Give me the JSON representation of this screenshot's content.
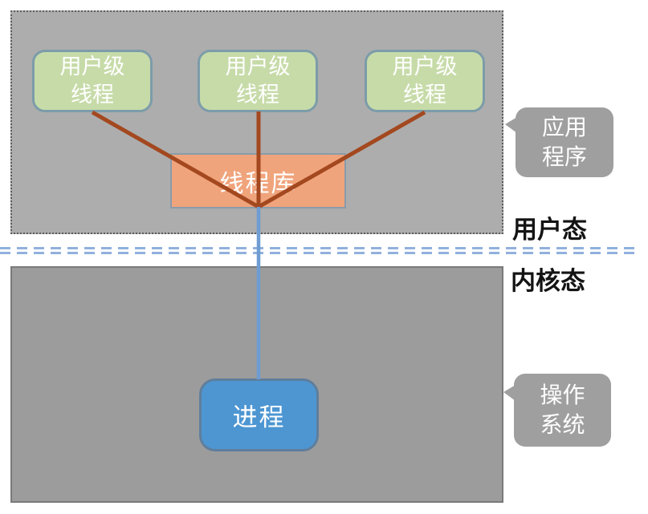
{
  "diagram": {
    "title_context": "user-level threads diagram",
    "user_space": {
      "threads": [
        "用户级\n线程",
        "用户级\n线程",
        "用户级\n线程"
      ],
      "thread_library": "线程库"
    },
    "kernel_space": {
      "process": "进程"
    },
    "labels": {
      "user_mode": "用户态",
      "kernel_mode": "内核态"
    },
    "callouts": {
      "application": "应用\n程序",
      "os": "操作\n系统"
    },
    "colors": {
      "user_space_fill": "#ADADAD",
      "kernel_space_fill": "#9C9C9C",
      "thread_box_fill": "#C7DBA9",
      "thread_box_border": "#7C9CA9",
      "thread_library_fill": "#F0A47C",
      "process_fill": "#4D96D2",
      "connector_brown": "#A3481F",
      "connector_blue": "#6E9CD3",
      "divider_blue": "#91B1DD",
      "callout_fill": "#9F9F9F"
    }
  }
}
